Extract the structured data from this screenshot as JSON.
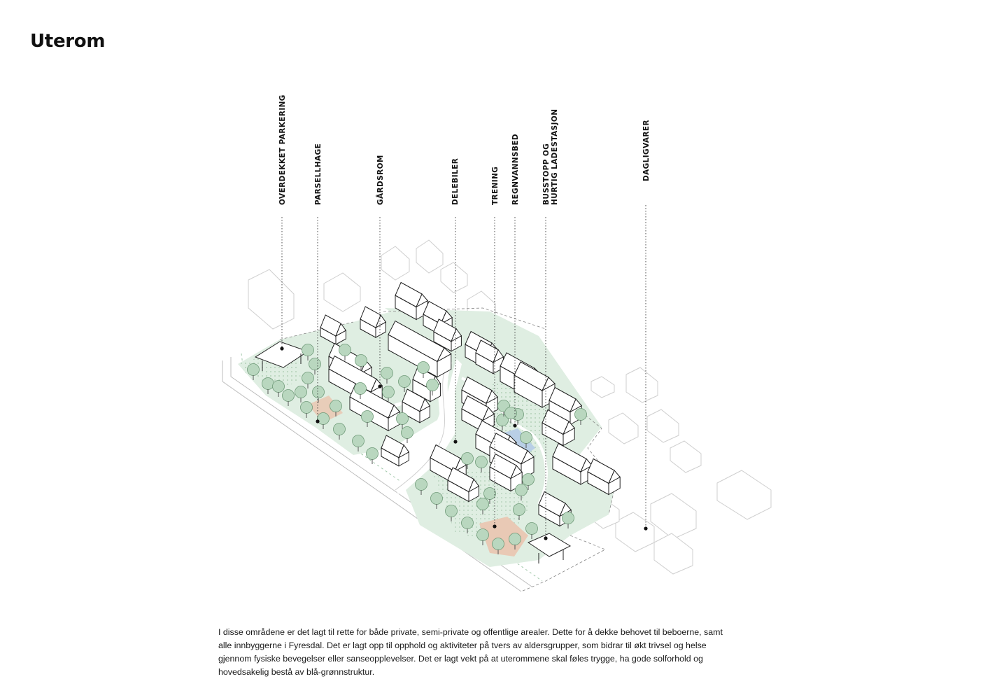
{
  "title": "Uterom",
  "labels": [
    {
      "id": "overdekket-parkering",
      "lines": [
        "OVERDEKKET PARKERING"
      ]
    },
    {
      "id": "parsellhage",
      "lines": [
        "PARSELLHAGE"
      ]
    },
    {
      "id": "gardsrom",
      "lines": [
        "GÅRDSROM"
      ]
    },
    {
      "id": "delebiler",
      "lines": [
        "DELEBILER"
      ]
    },
    {
      "id": "trening",
      "lines": [
        "TRENING"
      ]
    },
    {
      "id": "regnvannsbed",
      "lines": [
        "REGNVANNSBED"
      ]
    },
    {
      "id": "busstopp",
      "lines": [
        "BUSSTOPP OG",
        "HURTIG LADESTASJON"
      ]
    },
    {
      "id": "dagligvarer",
      "lines": [
        "DAGLIGVARER"
      ]
    }
  ],
  "description": "I disse områdene er det lagt til rette for både private, semi-private og offentlige arealer. Dette for å dekke behovet til beboerne, samt alle innbyggerne i Fyresdal. Det er lagt opp til opphold og aktiviteter på tvers av aldersgrupper, som bidrar til økt trivsel og helse gjennom fysiske bevegelser eller sanseopplevelser. Det er lagt vekt på at uterommene skal føles trygge, ha gode solforhold og hovedsakelig bestå av blå-grønnstruktur.",
  "colors": {
    "green_area": "#dfeee2",
    "green_dark": "#cfe3d3",
    "tree": "#b9d7bf",
    "tree_stroke": "#6f9a78",
    "earth": "#e9c9b5",
    "water": "#b9cfe6",
    "ink": "#1a1a1a",
    "ghost": "#d0d0d0"
  }
}
